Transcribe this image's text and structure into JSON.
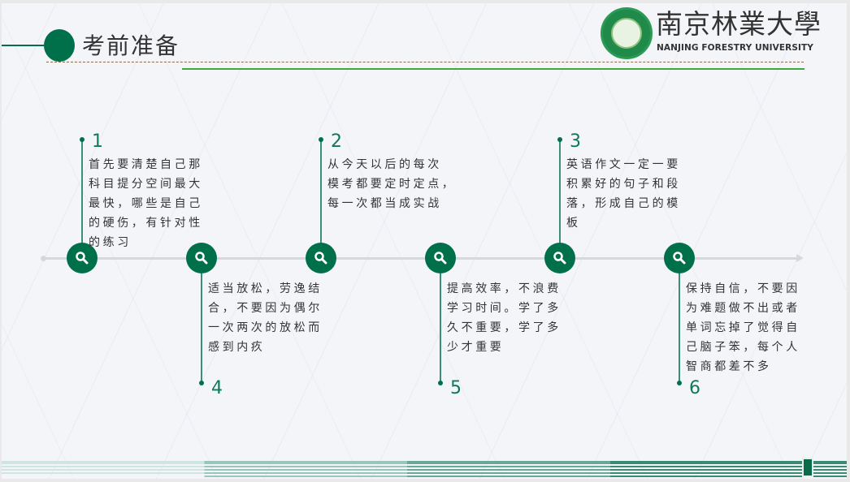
{
  "header": {
    "title": "考前准备",
    "logo_cn": "南京林業大學",
    "logo_en": "NANJING FORESTRY UNIVERSITY"
  },
  "colors": {
    "primary": "#00704a",
    "accent_line": "#3eaa3e"
  },
  "timeline": [
    {
      "number": "1",
      "lines": [
        "首先要清楚自己那",
        "科目提分空间最大",
        "最快，哪些是自己",
        "的硬伤，有针对性",
        "的练习"
      ]
    },
    {
      "number": "4",
      "lines": [
        "适当放松，劳逸结",
        "合，不要因为偶尔",
        "一次两次的放松而",
        "感到内疚"
      ]
    },
    {
      "number": "2",
      "lines": [
        "从今天以后的每次",
        "模考都要定时定点，",
        "每一次都当成实战"
      ]
    },
    {
      "number": "5",
      "lines": [
        "提高效率，不浪费",
        "学习时间。学了多",
        "久不重要，学了多",
        "少才重要"
      ]
    },
    {
      "number": "3",
      "lines": [
        "英语作文一定一要",
        "积累好的句子和段",
        "落，形成自己的模",
        "板"
      ]
    },
    {
      "number": "6",
      "lines": [
        "保持自信，不要因",
        "为难题做不出或者",
        "单词忘掉了觉得自",
        "己脑子笨，每个人",
        "智商都差不多"
      ]
    }
  ]
}
